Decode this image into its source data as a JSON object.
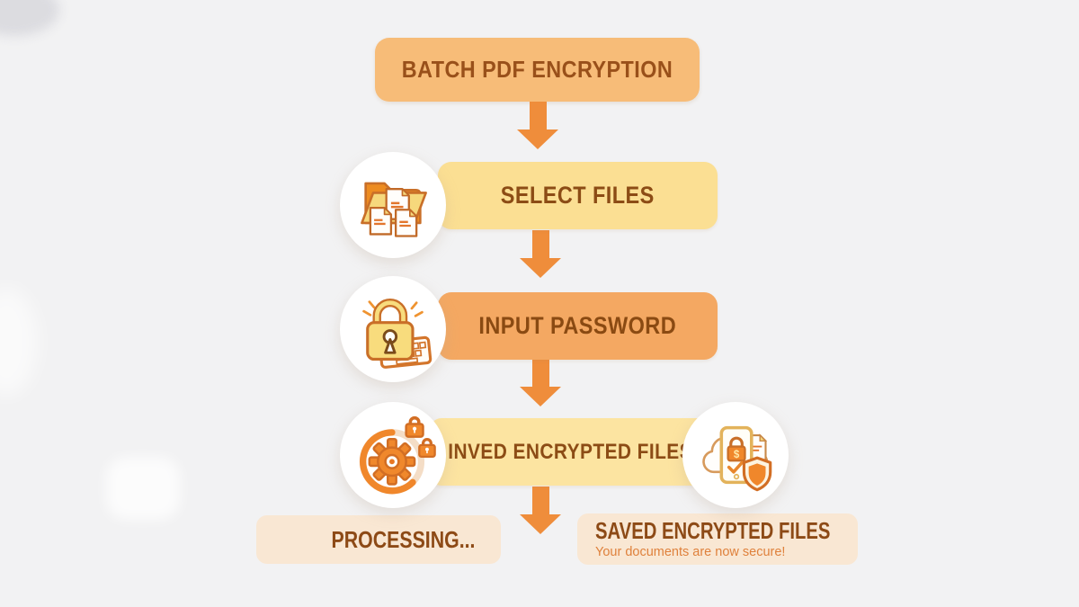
{
  "title": {
    "label": "BATCH PDF ENCRYPTION"
  },
  "steps": [
    {
      "label": "SELECT FILES",
      "icon": "folder-documents-icon"
    },
    {
      "label": "INPUT PASSWORD",
      "icon": "padlock-keyboard-icon"
    },
    {
      "label": "INVED ENCRYPTED FILES",
      "icon_left": "gear-progress-locks-icon",
      "icon_right": "cloud-tablet-shield-icon"
    }
  ],
  "results": {
    "processing": {
      "label": "PROCESSING..."
    },
    "saved": {
      "label": "SAVED ENCRYPTED FILES",
      "subtitle": "Your documents are now secure!"
    }
  },
  "colors": {
    "background": "#F2F2F3",
    "title_bar": "#F7BC78",
    "bar_select": "#FBDF93",
    "bar_password": "#F4A862",
    "bar_inved": "#FCE4A1",
    "arrow": "#EF8D3B",
    "result_box": "#F9E7D3",
    "heading_text": "#99501A",
    "label_text": "#8C4C15",
    "subtitle_text": "#DF813C"
  }
}
